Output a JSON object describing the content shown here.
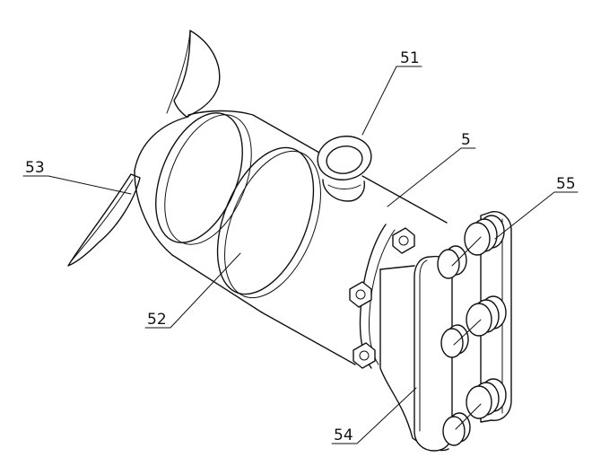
{
  "labels": {
    "part_51": "51",
    "part_5": "5",
    "part_55": "55",
    "part_53": "53",
    "part_52": "52",
    "part_54": "54"
  },
  "colors": {
    "line": "#111111",
    "background": "#ffffff"
  }
}
